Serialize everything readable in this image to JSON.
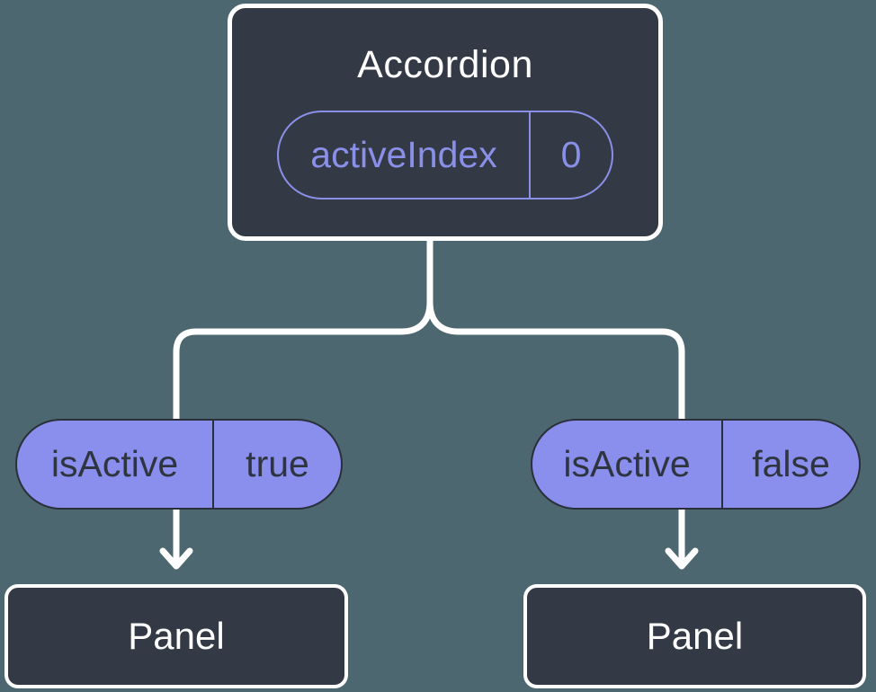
{
  "diagram": {
    "type": "component-state-tree",
    "root": {
      "label": "Accordion",
      "state": {
        "name": "activeIndex",
        "value": "0"
      }
    },
    "branches": [
      {
        "prop": {
          "name": "isActive",
          "value": "true"
        },
        "child": {
          "label": "Panel"
        }
      },
      {
        "prop": {
          "name": "isActive",
          "value": "false"
        },
        "child": {
          "label": "Panel"
        }
      }
    ]
  },
  "colors": {
    "background": "#4D6770",
    "node_fill": "#333945",
    "node_border": "#FFFFFF",
    "node_text": "#FFFFFF",
    "state_accent": "#8A90E8",
    "prop_fill": "#8A8EEC",
    "prop_border": "#2A303A",
    "prop_text": "#2F3540",
    "connector": "#FFFFFF"
  }
}
